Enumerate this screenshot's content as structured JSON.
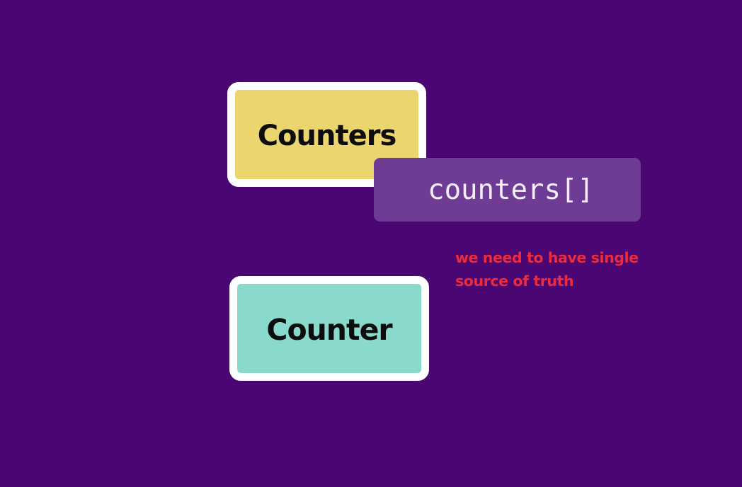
{
  "canvas": {
    "background_color": "#4a0774"
  },
  "components": {
    "counters_label": "Counters",
    "counters_color": "#ead56e",
    "counter_label": "Counter",
    "counter_color": "#8ad9cd",
    "border_color": "#ffffff"
  },
  "state": {
    "label": "counters[]",
    "color": "#6f3c95"
  },
  "annotation": {
    "line1": "we need to have single",
    "line2": "source of truth",
    "color": "#ee2b3a"
  }
}
